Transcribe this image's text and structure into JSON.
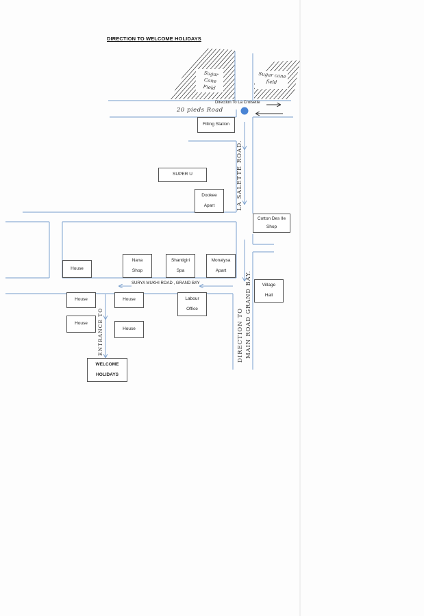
{
  "title": "DIRECTION TO WELCOME HOLIDAYS",
  "fields": {
    "left": "Sugar Cane Field",
    "right": "Sugar cane field"
  },
  "roads": {
    "direction_la_croisette": "Direction To La Croisette",
    "twenty_pieds": "20 pieds Road",
    "la_salette": "LA SALETTE ROAD.",
    "surya_mukhi": "SURYA MUKHI ROAD , GRAND BAY",
    "entrance": "ENTRANCE TO",
    "main_road_1": "DIRECTION TO",
    "main_road_2": "MAIN ROAD GRAND BAY."
  },
  "buildings": {
    "filling_station": "Filling Station",
    "super_u": "SUPER U",
    "dookee_1": "Dookee",
    "dookee_2": "Apart",
    "cotton_1": "Cotton Des Ile",
    "cotton_2": "Shop",
    "house_left": "House",
    "nana_1": "Nana",
    "nana_2": "Shop",
    "shantigiri_1": "Shantigiri",
    "shantigiri_2": "Spa",
    "monalysa_1": "Monalysa",
    "monalysa_2": "Apart",
    "village_1": "Village",
    "village_2": "Hall",
    "house_1": "House",
    "house_2": "House",
    "house_3": "House",
    "house_4": "House",
    "labour_1": "Labour",
    "labour_2": "Office",
    "welcome_1": "WELCOME",
    "welcome_2": "HOLIDAYS"
  },
  "colors": {
    "road": "#8fb0d6",
    "box_border": "#555555",
    "arrow": "#7fa3cf",
    "marker": "#4a84d4",
    "hatch": "#333333"
  }
}
